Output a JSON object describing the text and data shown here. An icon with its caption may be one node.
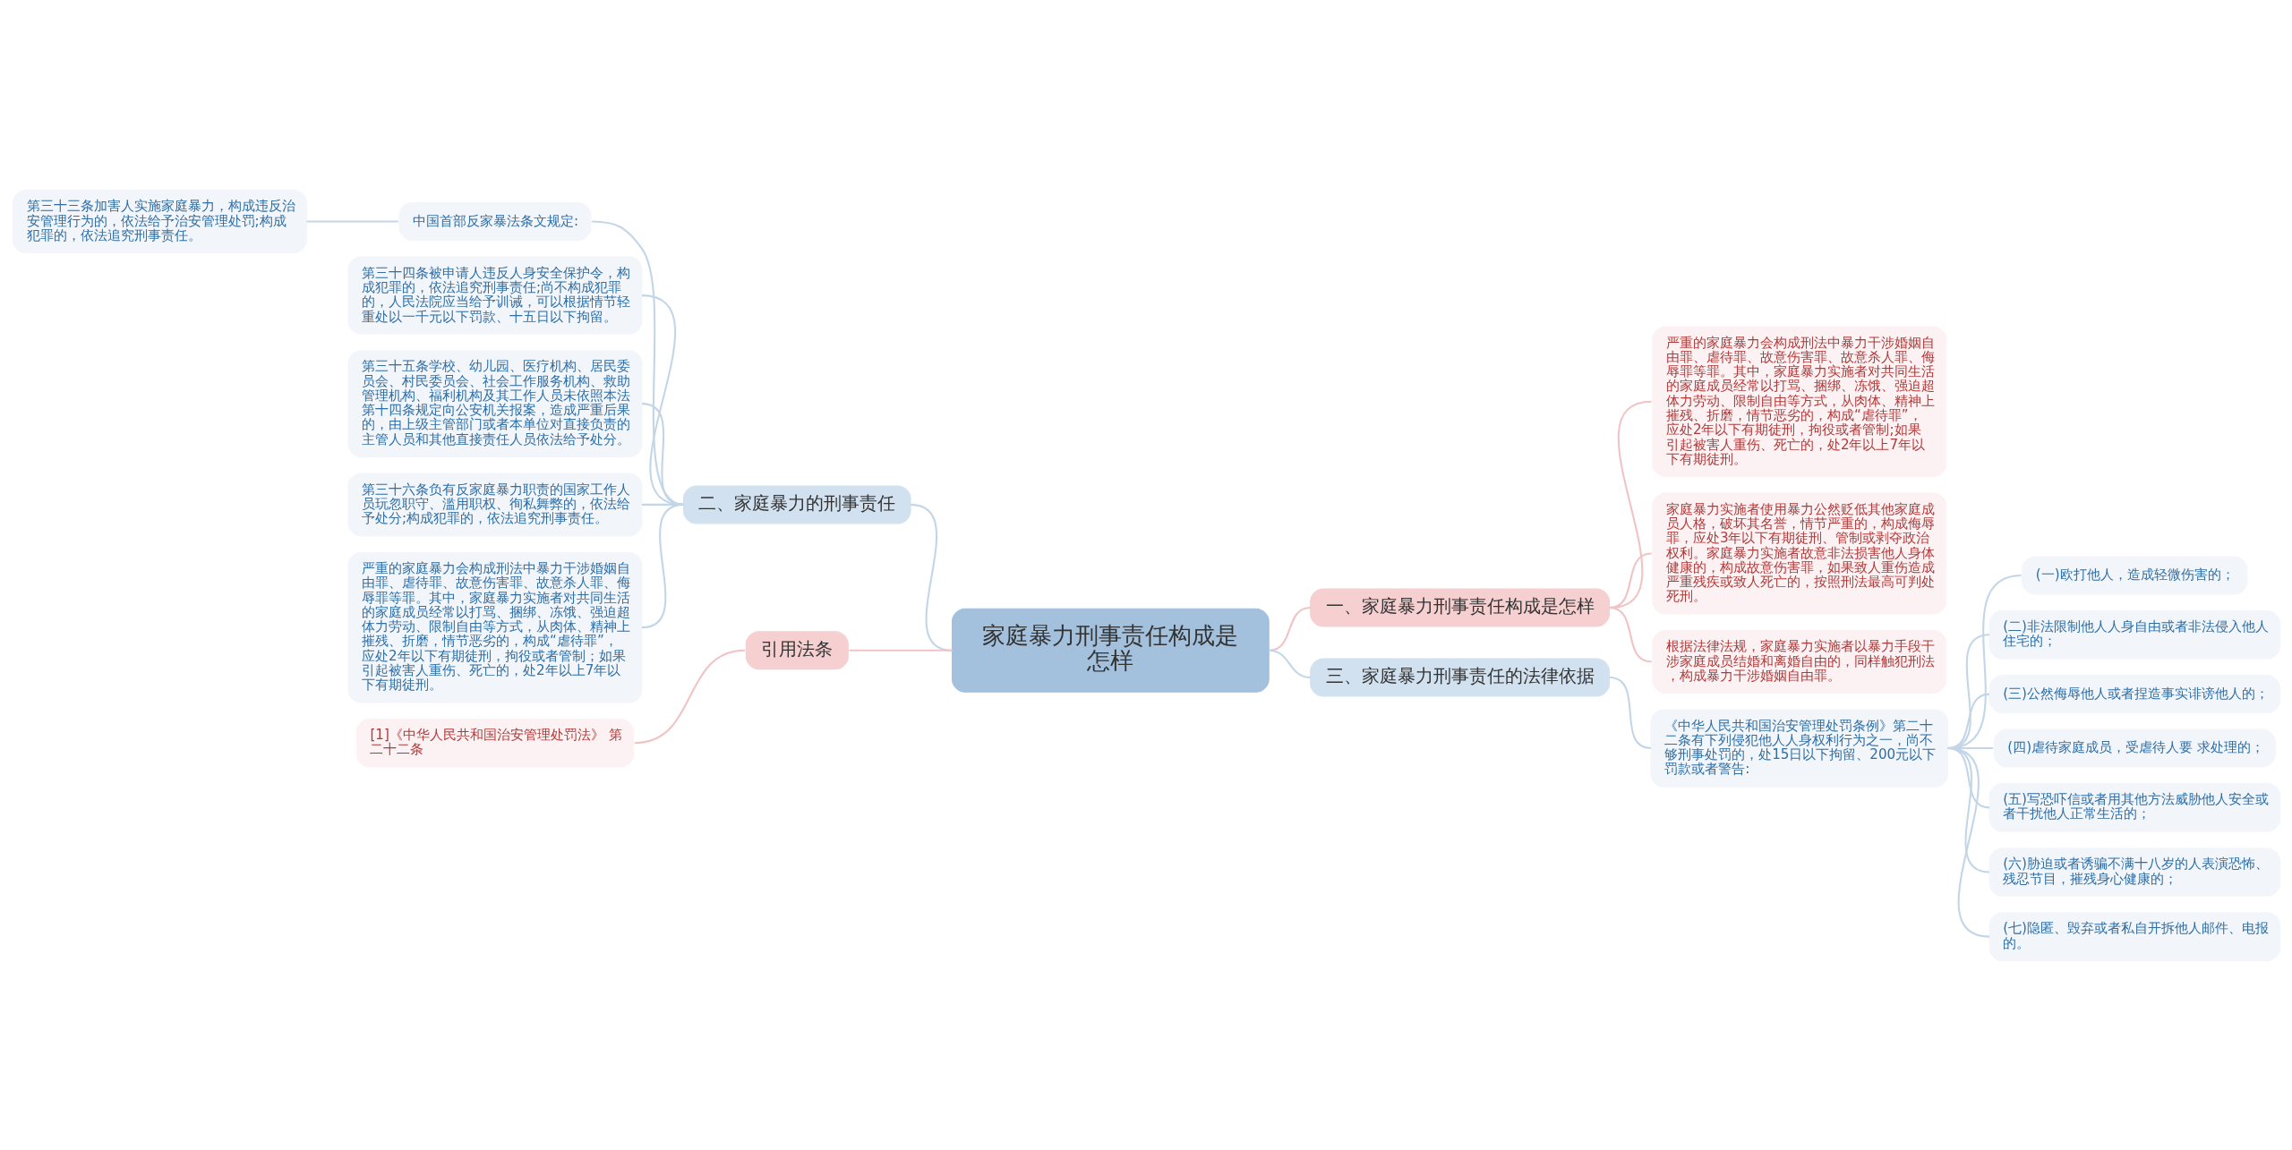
{
  "diagram": {
    "nodes": [
      {
        "text": [
          "家庭暴力刑事责任构成是怎样"
        ]
      },
      {
        "text": [
          "一、家庭暴力刑事责任构成是怎样"
        ]
      },
      {
        "text": [
          "严重的家庭暴力会构成刑法中暴力干涉婚姻自由罪、虐待罪、故意伤害罪、故意杀人罪、侮辱罪等罪。其中，家庭暴力实施者对共同生活的家庭成员经常以打骂、捆绑、冻饿、强迫超体力劳动、限制自由等方式，从肉体、精神上摧残、折磨，情节恶劣的，构成“虐待罪”，应处2年以下有期徒刑，拘役或者管制;如果引起被害人重伤、死亡的，处2年以上7年以下有期徒刑。"
        ]
      },
      {
        "text": [
          "家庭暴力实施者使用暴力公然贬低其他家庭成员人格，破坏其名誉，情节严重的，构成侮辱罪，应处3年以下有期徒刑、管制或剥夺政治权利。家庭暴力实施者故意非法损害他人身体健康的，构成故意伤害罪，如果致人重伤造成严重残疾或致人死亡的，按照刑法最高可判处死刑。"
        ]
      },
      {
        "text": [
          "根据法律法规，家庭暴力实施者以暴力手段干涉家庭成员结婚和离婚自由的，同样触犯刑法，构成暴力干涉婚姻自由罪。"
        ]
      },
      {
        "text": [
          "二、家庭暴力的刑事责任"
        ]
      },
      {
        "text": [
          "中国首部反家暴法条文规定:"
        ]
      },
      {
        "text": [
          "第三十三条加害人实施家庭暴力，构成违反治安管理行为的，依法给予治安管理处罚;构成犯罪的，依法追究刑事责任。"
        ]
      },
      {
        "text": [
          "第三十四条被申请人违反人身安全保护令，构成犯罪的，依法追究刑事责任;尚不构成犯罪的，人民法院应当给予训诫，可以根据情节轻重处以一千元以下罚款、十五日以下拘留。"
        ]
      },
      {
        "text": [
          "第三十五条学校、幼儿园、医疗机构、居民委员会、村民委员会、社会工作服务机构、救助管理机构、福利机构及其工作人员未依照本法第十四条规定向公安机关报案，造成严重后果的，由上级主管部门或者本单位对直接负责的主管人员和其他直接责任人员依法给予处分。"
        ]
      },
      {
        "text": [
          "第三十六条负有反家庭暴力职责的国家工作人员玩忽职守、滥用职权、徇私舞弊的，依法给予处分;构成犯罪的，依法追究刑事责任。"
        ]
      },
      {
        "text": [
          "严重的家庭暴力会构成刑法中暴力干涉婚姻自由罪、虐待罪、故意伤害罪、故意杀人罪、侮辱罪等罪。其中，家庭暴力实施者对共同生活的家庭成员经常以打骂、捆绑、冻饿、强迫超体力劳动、限制自由等方式，从肉体、精神上摧残、折磨，情节恶劣的，构成“虐待罪”，应处2年以下有期徒刑，拘役或者管制；如果引起被害人重伤、死亡的，处2年以上7年以下有期徒刑。"
        ]
      },
      {
        "text": [
          "三、家庭暴力刑事责任的法律依据"
        ]
      },
      {
        "text": [
          "《中华人民共和国治安管理处罚条例》第二十二条有下列侵犯他人人身权利行为之一，尚不够刑事处罚的，处15日以下拘留、200元以下罚款或者警告:"
        ]
      },
      {
        "text": [
          "(一)欧打他人，造成轻微伤害的；"
        ]
      },
      {
        "text": [
          "(二)非法限制他人人身自由或者非法侵入他人住宅的；"
        ]
      },
      {
        "text": [
          "(三)公然侮辱他人或者捏造事实诽谤他人的；"
        ]
      },
      {
        "text": [
          "(四)虐待家庭成员，受虐待人要 求处理的；"
        ]
      },
      {
        "text": [
          "(五)写恐吓信或者用其他方法威胁他人安全或者干扰他人正常生活的；"
        ]
      },
      {
        "text": [
          "(六)胁迫或者诱骗不满十八岁的人表演恐怖、残忍节目，摧残身心健康的；"
        ]
      },
      {
        "text": [
          "(七)隐匿、毁弃或者私自开拆他人邮件、电报的。"
        ]
      },
      {
        "text": [
          "引用法条"
        ]
      },
      {
        "text": [
          "[1]《中华人民共和国治安管理处罚法》 第二十二条"
        ]
      }
    ],
    "edges": [
      {
        "from": 0,
        "to": 1,
        "arrow": "none",
        "color": "#f0c3c5"
      },
      {
        "from": 1,
        "to": 2,
        "arrow": "none",
        "color": "#f0c3c5"
      },
      {
        "from": 1,
        "to": 3,
        "arrow": "none",
        "color": "#f0c3c5"
      },
      {
        "from": 1,
        "to": 4,
        "arrow": "none",
        "color": "#f0c3c5"
      },
      {
        "from": 0,
        "to": 5,
        "arrow": "none"
      },
      {
        "from": 5,
        "to": 6,
        "arrow": "none"
      },
      {
        "from": 6,
        "to": 7,
        "arrow": "none"
      },
      {
        "from": 5,
        "to": 8,
        "arrow": "none"
      },
      {
        "from": 5,
        "to": 9,
        "arrow": "none"
      },
      {
        "from": 5,
        "to": 10,
        "arrow": "none"
      },
      {
        "from": 5,
        "to": 11,
        "arrow": "none"
      },
      {
        "from": 0,
        "to": 12,
        "arrow": "none"
      },
      {
        "from": 12,
        "to": 13,
        "arrow": "none"
      },
      {
        "from": 13,
        "to": 14,
        "arrow": "none"
      },
      {
        "from": 13,
        "to": 15,
        "arrow": "none"
      },
      {
        "from": 13,
        "to": 16,
        "arrow": "none"
      },
      {
        "from": 13,
        "to": 17,
        "arrow": "none"
      },
      {
        "from": 13,
        "to": 18,
        "arrow": "none"
      },
      {
        "from": 13,
        "to": 19,
        "arrow": "none"
      },
      {
        "from": 13,
        "to": 20,
        "arrow": "none"
      },
      {
        "from": 0,
        "to": 21,
        "arrow": "none",
        "color": "#f0c3c5"
      },
      {
        "from": 21,
        "to": 22,
        "arrow": "none",
        "color": "#f0c3c5"
      }
    ]
  }
}
